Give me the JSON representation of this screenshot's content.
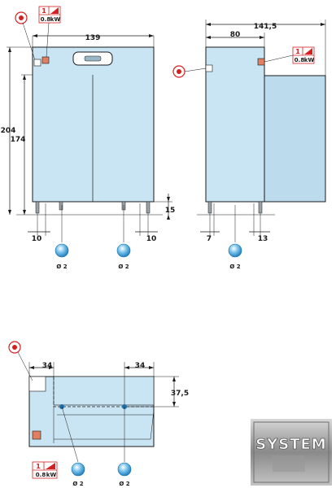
{
  "front_view": {
    "width_label": "139",
    "height_total_label": "204",
    "height_body_label": "174",
    "leg_height_label": "15",
    "left_offset_label": "10",
    "right_offset_label": "10",
    "drain_left_label": "Ø 2",
    "drain_right_label": "Ø 2",
    "power_badge": {
      "phase": "1",
      "power": "0.8",
      "unit": "kW"
    }
  },
  "side_view": {
    "depth_total_label": "141,5",
    "depth_body_label": "80",
    "left_offset_label": "7",
    "right_offset_label": "13",
    "drain_label": "Ø 2",
    "power_badge": {
      "phase": "1",
      "power": "0.8",
      "unit": "kW"
    }
  },
  "top_view": {
    "left_offset_label": "34",
    "right_offset_label": "34",
    "depth_offset_label": "37,5",
    "drain_left_label": "Ø 2",
    "drain_right_label": "Ø 2",
    "power_badge": {
      "phase": "1",
      "power": "0.8",
      "unit": "kW"
    }
  },
  "logo": {
    "text": "SYSTEM"
  },
  "colors": {
    "cabinet": "#c9e4f2",
    "power_red": "#d42020",
    "water_blue": "#3aa0d8",
    "outline": "#1a1a1a"
  }
}
